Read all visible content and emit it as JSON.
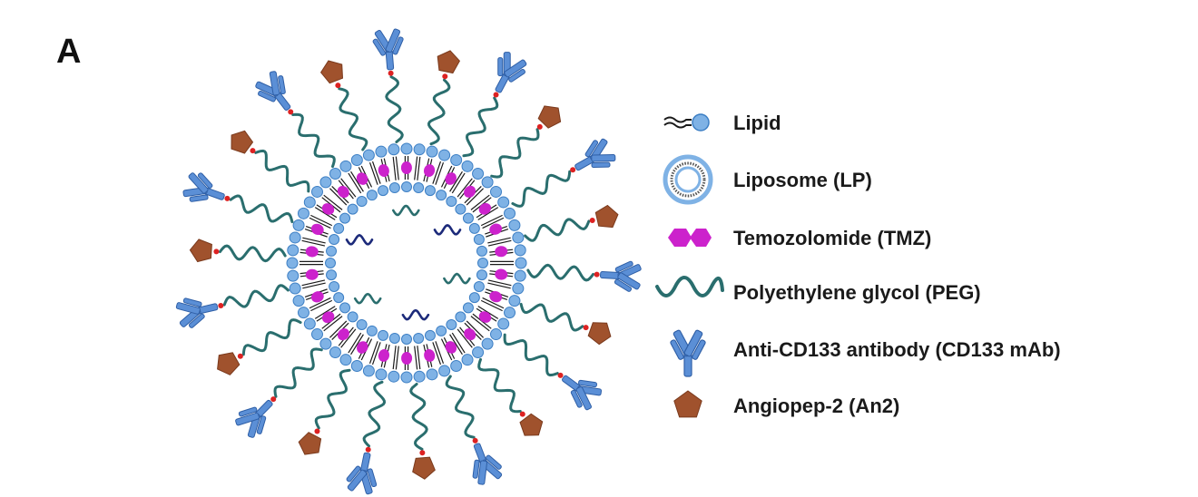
{
  "panel_label": "A",
  "colors": {
    "lipid_head": "#7fb2e5",
    "lipid_head_stroke": "#3d7fc4",
    "lipid_tail": "#1a1a1a",
    "tmz": "#cc22cc",
    "peg": "#2a6e6e",
    "inner_peg": "#1c2a7a",
    "antibody": "#5b8fd6",
    "antibody_stroke": "#2f5fa6",
    "antibody_tip": "#7a4f9a",
    "linker": "#d22",
    "angiopep": "#a0522d"
  },
  "legend": [
    {
      "icon": "lipid-icon",
      "label": "Lipid"
    },
    {
      "icon": "liposome-icon",
      "label": "Liposome (LP)"
    },
    {
      "icon": "temozolomide-icon",
      "label": "Temozolomide (TMZ)"
    },
    {
      "icon": "peg-icon",
      "label": "Polyethylene glycol (PEG)"
    },
    {
      "icon": "antibody-icon",
      "label": "Anti-CD133 antibody (CD133 mAb)"
    },
    {
      "icon": "angiopep-icon",
      "label": "Angiopep-2 (An2)"
    }
  ]
}
